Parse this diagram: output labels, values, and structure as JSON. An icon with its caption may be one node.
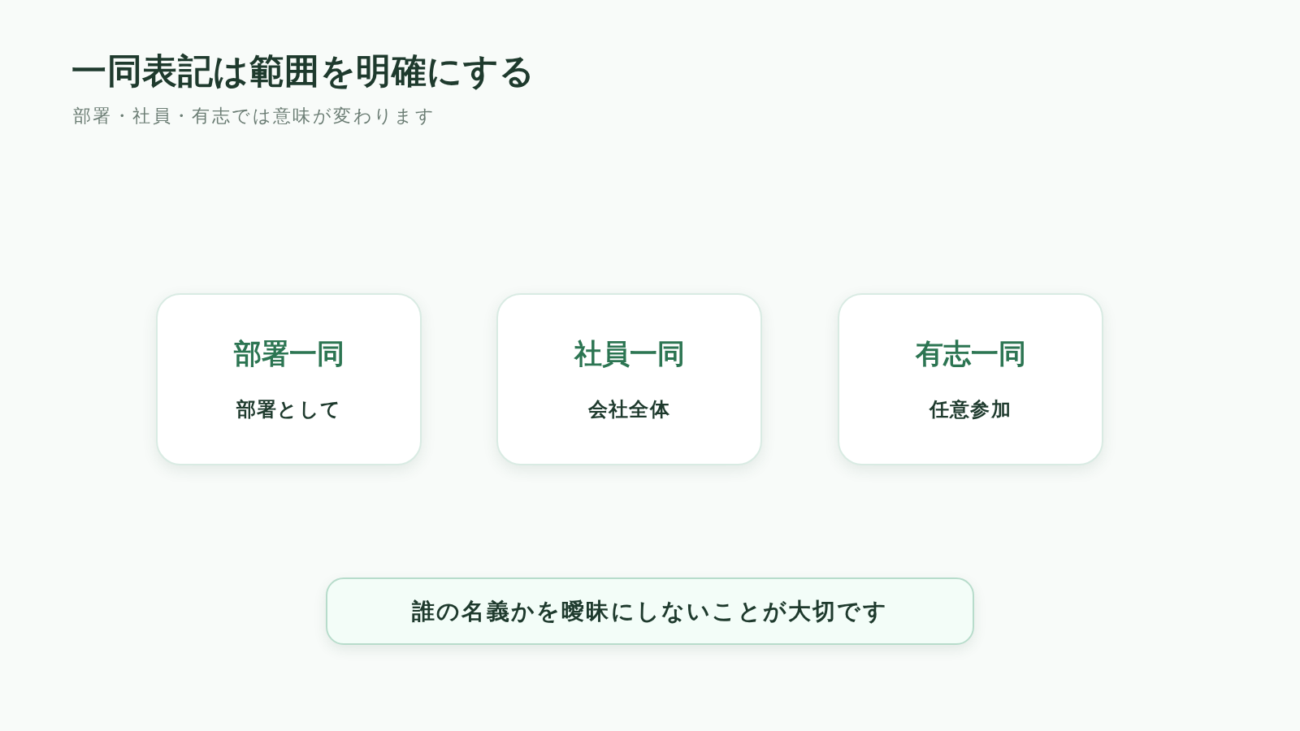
{
  "diagram": {
    "title": "一同表記は範囲を明確にする",
    "nodes": [
      {
        "text": [
          "部署一同",
          "部署として"
        ]
      },
      {
        "text": [
          "社員一同",
          "会社全体"
        ]
      },
      {
        "text": [
          "有志一同",
          "任意参加"
        ]
      },
      {
        "text": [
          "誰の名義かを曖昧にしないことが大切です"
        ]
      }
    ],
    "labels": [
      "部署・社員・有志では意味が変わります"
    ]
  }
}
